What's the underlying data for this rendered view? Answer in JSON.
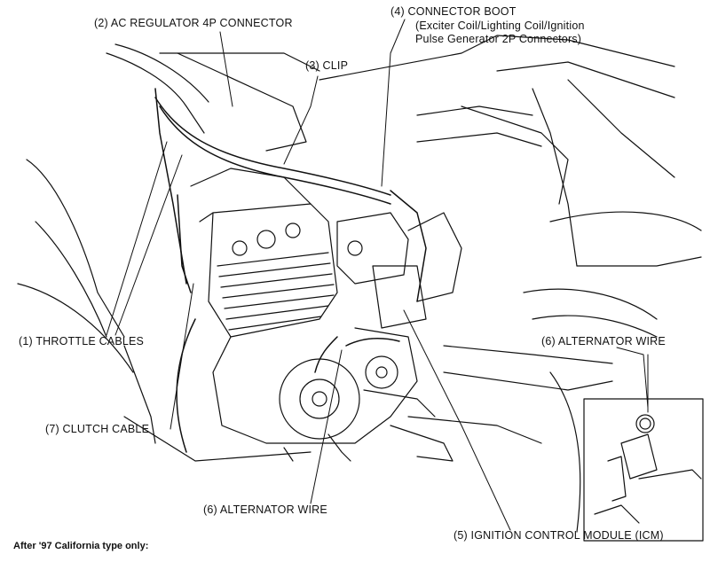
{
  "labels": {
    "ac_regulator": "(2) AC REGULATOR 4P CONNECTOR",
    "connector_boot": "(4) CONNECTOR BOOT",
    "connector_boot_sub1": "(Exciter Coil/Lighting Coil/Ignition",
    "connector_boot_sub2": "Pulse Generator 2P Connectors)",
    "clip": "(3) CLIP",
    "throttle_cables": "(1) THROTTLE CABLES",
    "alternator_wire_right": "(6) ALTERNATOR WIRE",
    "clutch_cable": "(7) CLUTCH CABLE",
    "alternator_wire_bottom": "(6) ALTERNATOR WIRE",
    "icm": "(5) IGNITION CONTROL MODULE (ICM)"
  },
  "footnote": "After '97 California type only:"
}
